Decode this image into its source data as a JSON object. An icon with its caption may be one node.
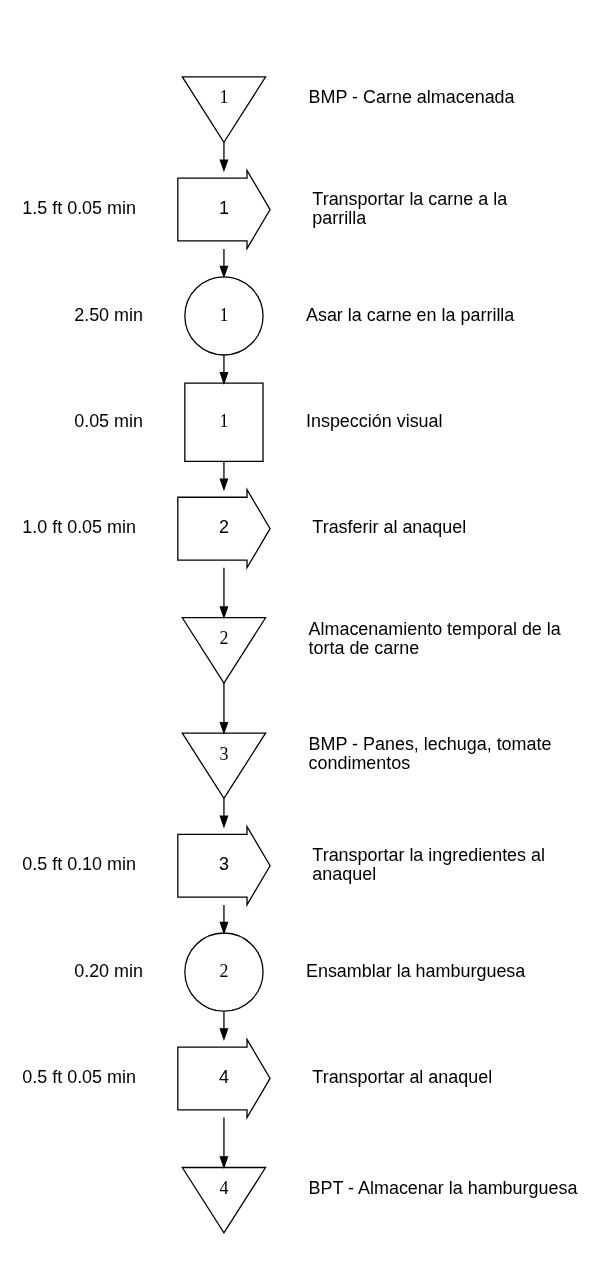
{
  "diagram": {
    "nodes": [
      {
        "text": [
          "1"
        ],
        "beside": [
          "BMP - Carne almacenada"
        ]
      },
      {
        "text": [
          "1"
        ],
        "beside": [
          "1.5 ft 0.05 min",
          "Transportar la carne a la parrilla"
        ]
      },
      {
        "text": [
          "1"
        ],
        "beside": [
          "2.50 min",
          "Asar la carne en la parrilla"
        ]
      },
      {
        "text": [
          "1"
        ],
        "beside": [
          "0.05 min",
          "Inspección visual"
        ]
      },
      {
        "text": [
          "2"
        ],
        "beside": [
          "1.0 ft 0.05 min",
          "Trasferir al anaquel"
        ]
      },
      {
        "text": [
          "2"
        ],
        "beside": [
          "Almacenamiento temporal de la torta de carne"
        ]
      },
      {
        "text": [
          "3"
        ],
        "beside": [
          "BMP - Panes, lechuga, tomate condimentos"
        ]
      },
      {
        "text": [
          "3"
        ],
        "beside": [
          "0.5 ft 0.10 min",
          "Transportar la ingredientes al anaquel"
        ]
      },
      {
        "text": [
          "2"
        ],
        "beside": [
          "0.20 min",
          "Ensamblar la hamburguesa"
        ]
      },
      {
        "text": [
          "4"
        ],
        "beside": [
          "0.5 ft 0.05 min",
          "Transportar al anaquel"
        ]
      },
      {
        "text": [
          "4"
        ],
        "beside": [
          "BPT - Almacenar la hamburguesa"
        ]
      }
    ],
    "edges": [
      {
        "from": 0,
        "to": 1,
        "arrow": "to"
      },
      {
        "from": 1,
        "to": 2,
        "arrow": "to"
      },
      {
        "from": 2,
        "to": 3,
        "arrow": "to"
      },
      {
        "from": 3,
        "to": 4,
        "arrow": "to"
      },
      {
        "from": 4,
        "to": 5,
        "arrow": "to"
      },
      {
        "from": 5,
        "to": 6,
        "arrow": "to"
      },
      {
        "from": 6,
        "to": 7,
        "arrow": "to"
      },
      {
        "from": 7,
        "to": 8,
        "arrow": "to"
      },
      {
        "from": 8,
        "to": 9,
        "arrow": "to"
      },
      {
        "from": 9,
        "to": 10,
        "arrow": "to"
      }
    ]
  }
}
